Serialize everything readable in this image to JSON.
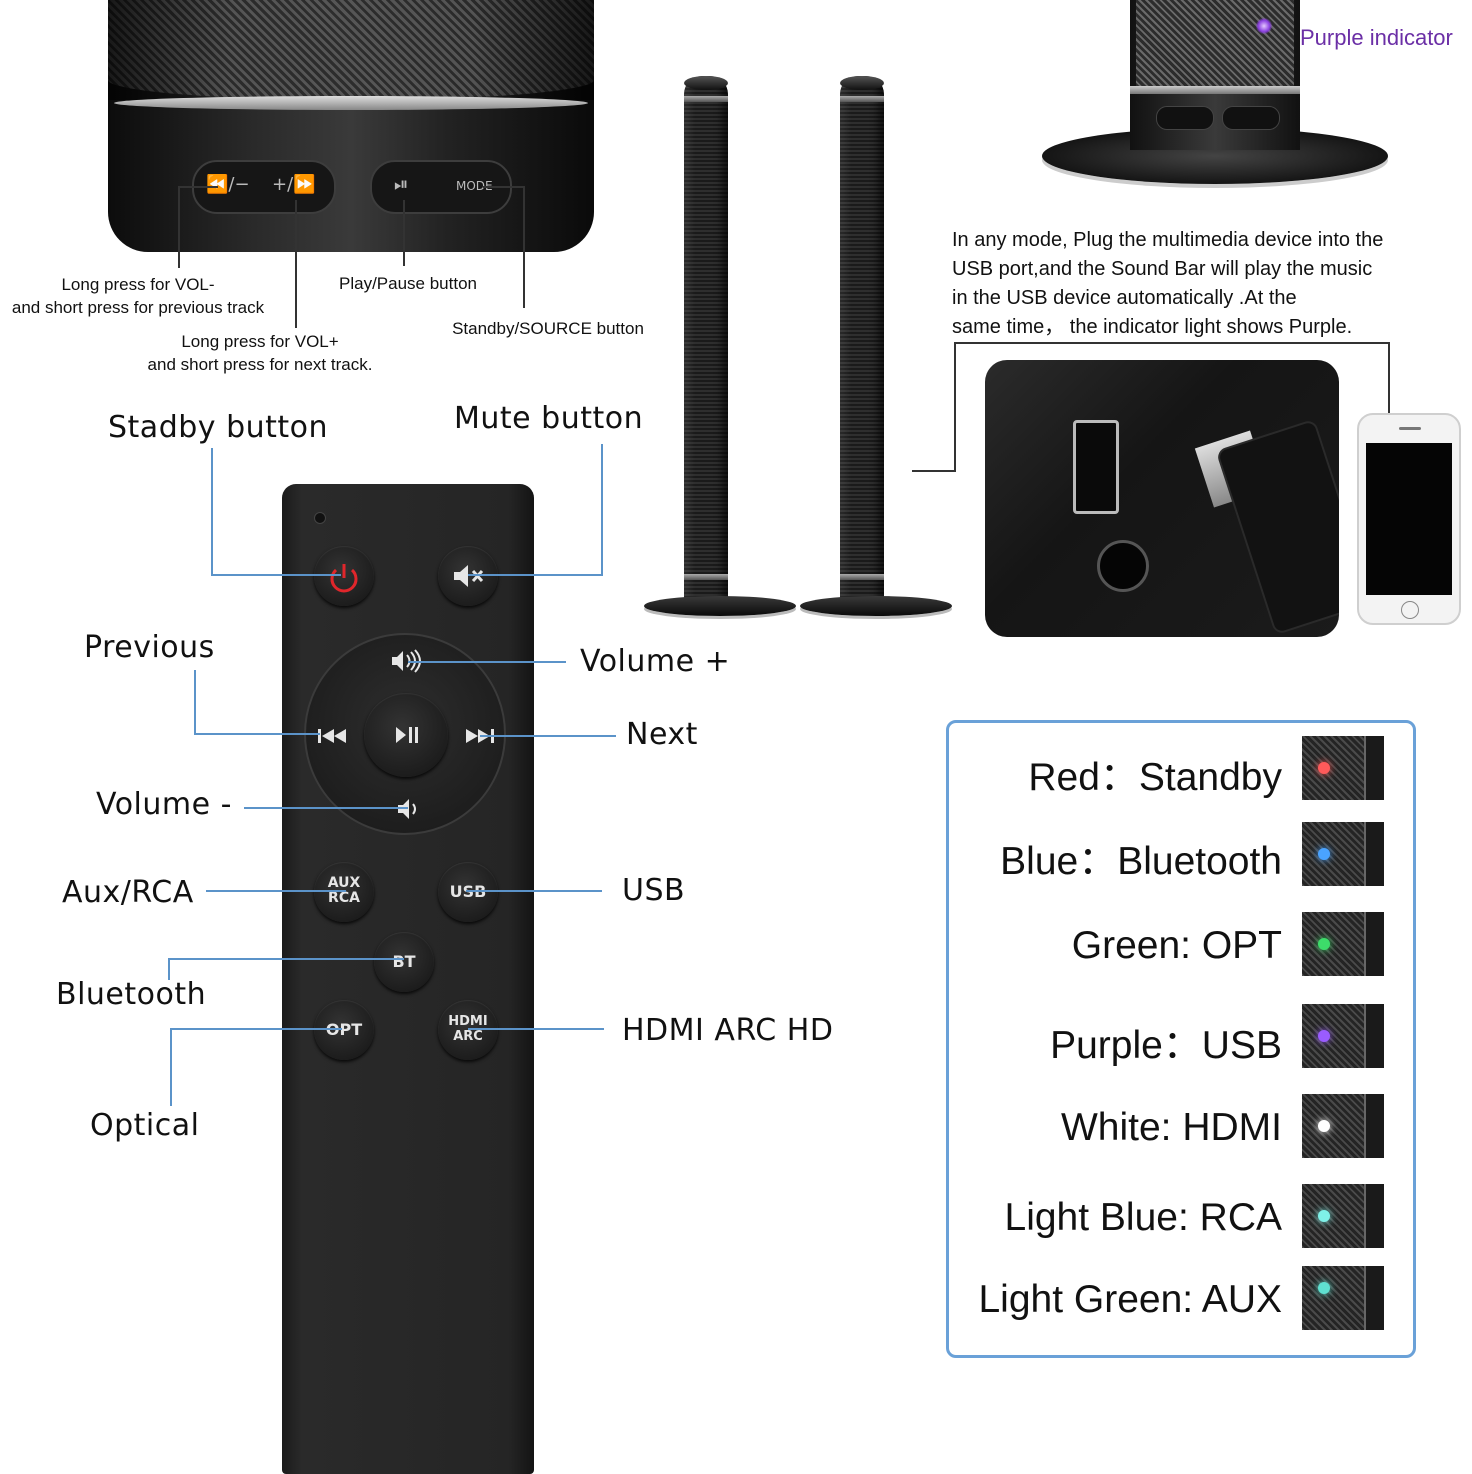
{
  "top_speaker": {
    "buttons": [
      "⏪/−",
      "+/⏩",
      "⏯",
      "MODE"
    ],
    "callouts": {
      "prev": "Long press for VOL-\nand short press for previous track",
      "next": "Long press for VOL+\nand short press for next track.",
      "play": "Play/Pause button",
      "standby": "Standby/SOURCE button"
    }
  },
  "purple_indicator": "Purple indicator",
  "usb_note": "In any mode, Plug the multimedia device into the USB port,and the Sound Bar will play the music in the USB device automatically .At the same time， the indicator light shows Purple.",
  "usb_note_lines": [
    "In any mode, Plug the multimedia device into the",
    "USB port,and the Sound Bar will play the music",
    "in the USB device automatically .At the",
    "same time， the indicator light shows Purple."
  ],
  "remote": {
    "buttons": {
      "aux": "AUX\nRCA",
      "usb": "USB",
      "bt": "BT",
      "opt": "OPT",
      "hdmi": "HDMI\nARC"
    },
    "labels": {
      "standby": "Stadby button",
      "mute": "Mute button",
      "previous": "Previous",
      "volume_up": "Volume +",
      "next": "Next",
      "volume_down": "Volume -",
      "aux_rca": "Aux/RCA",
      "usb": "USB",
      "bluetooth": "Bluetooth",
      "hdmi": "HDMI ARC HD",
      "optical": "Optical"
    }
  },
  "legend": [
    {
      "text": "Red：Standby",
      "color": "#ff5a5a"
    },
    {
      "text": "Blue：Bluetooth",
      "color": "#4aa3ff"
    },
    {
      "text": "Green: OPT",
      "color": "#3ddc6a"
    },
    {
      "text": "Purple：USB",
      "color": "#9a5cff"
    },
    {
      "text": "White: HDMI",
      "color": "#ffffff"
    },
    {
      "text": "Light Blue: RCA",
      "color": "#7ff0e8"
    },
    {
      "text": "Light Green: AUX",
      "color": "#5fe0d0"
    }
  ],
  "colors": {
    "callout_line": "#5b93c9",
    "legend_border": "#6aa1d8",
    "purple_text": "#6b2fa6"
  }
}
